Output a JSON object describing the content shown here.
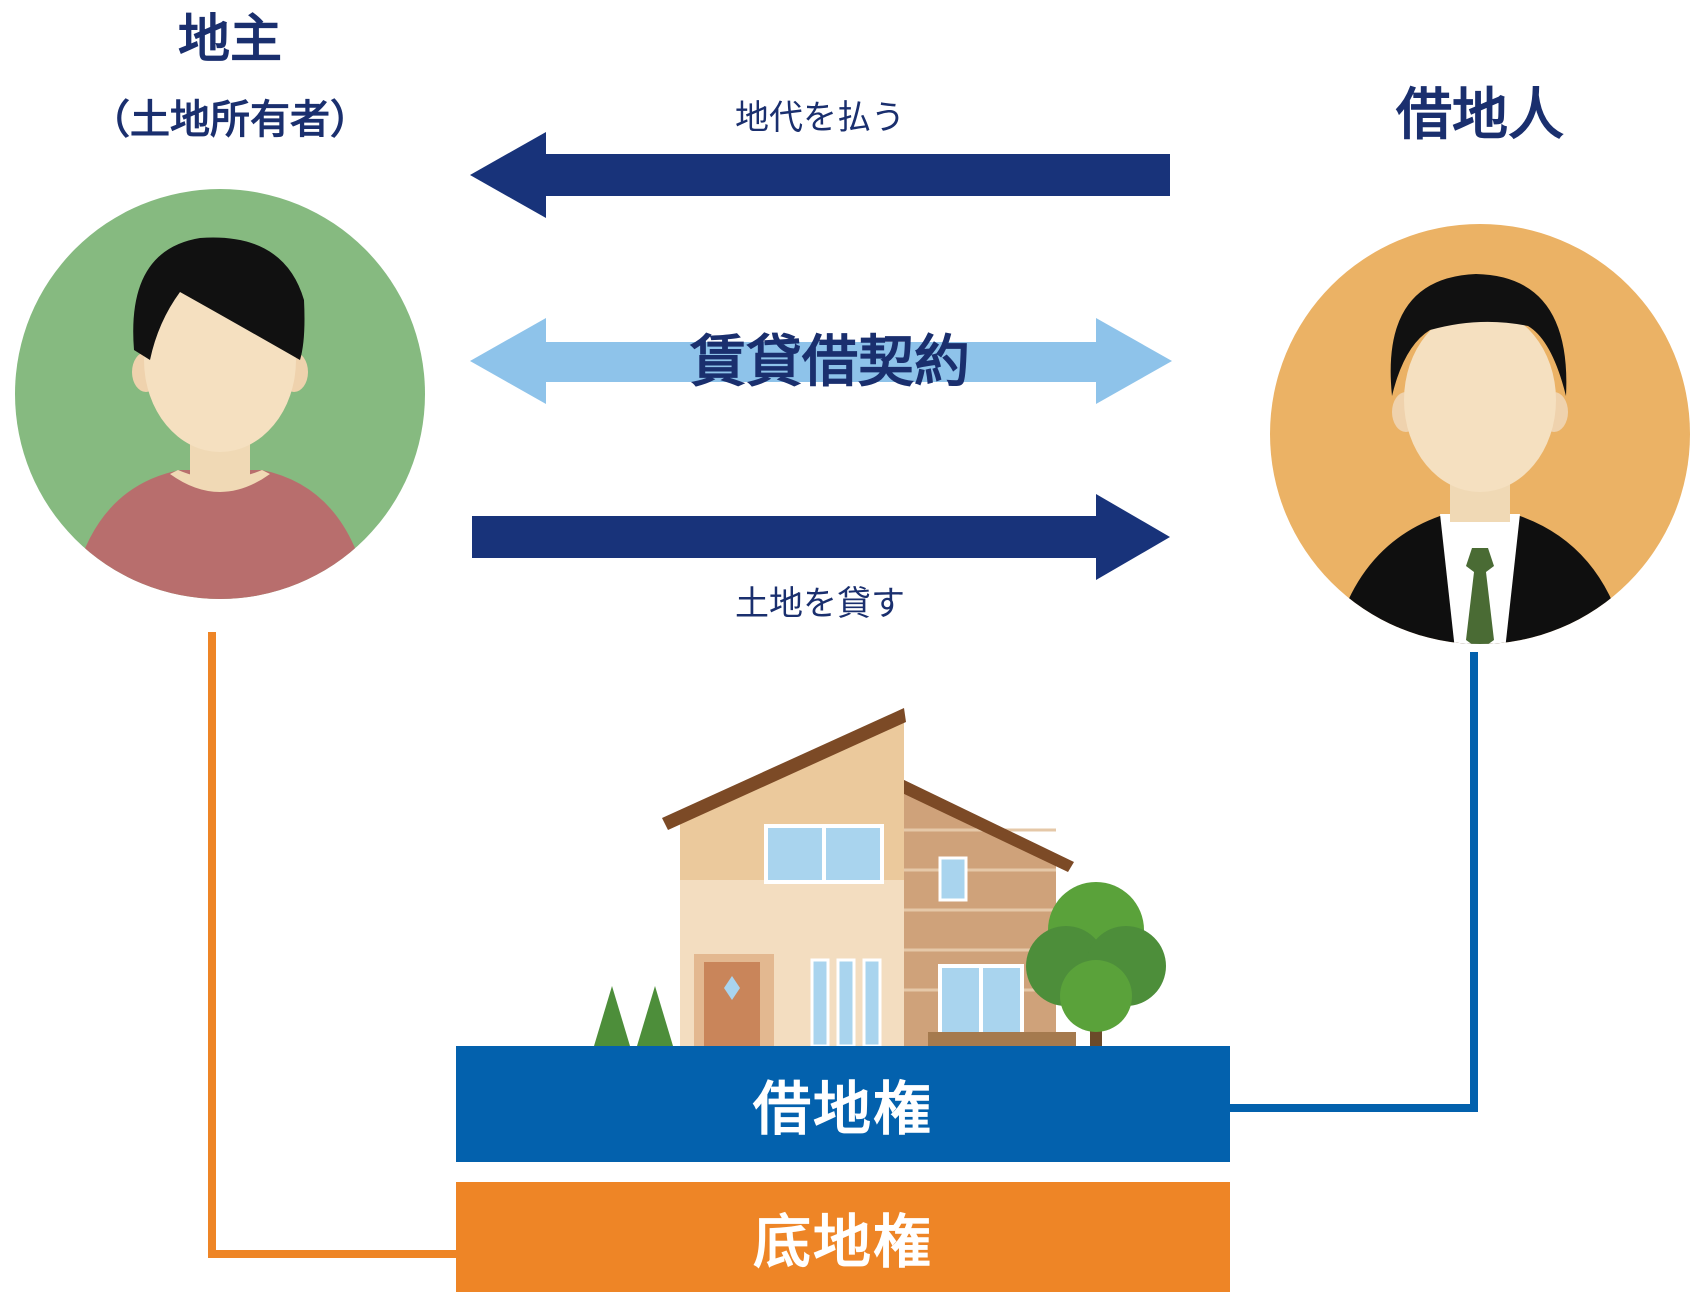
{
  "landowner": {
    "title": "地主",
    "subtitle": "（土地所有者）"
  },
  "tenant": {
    "title": "借地人"
  },
  "arrows": {
    "pay": "地代を払う",
    "contract": "賃貸借契約",
    "lend": "土地を貸す"
  },
  "rights": {
    "leasehold": "借地権",
    "land": "底地権"
  },
  "colors": {
    "navy": "#18337a",
    "light_blue": "#8ec3ea",
    "leasehold_blue": "#0361ad",
    "land_orange": "#ee8526",
    "landowner_circle": "#86ba80",
    "tenant_circle": "#ebb265"
  }
}
